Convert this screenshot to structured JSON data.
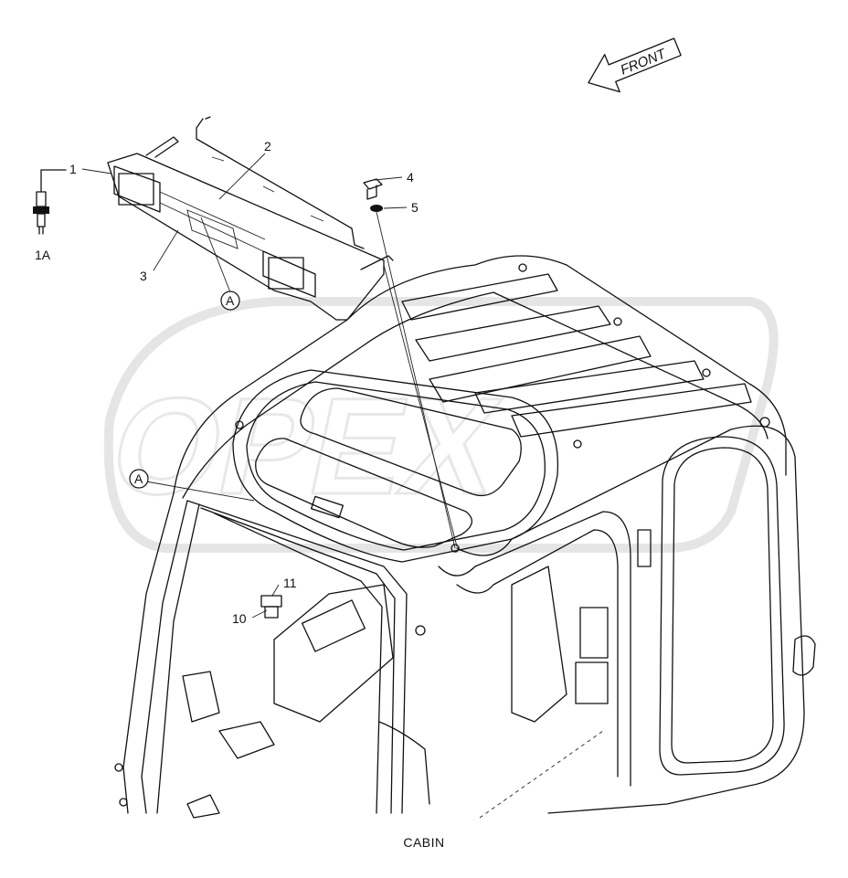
{
  "caption": "CABIN",
  "direction_arrow": {
    "label": "FRONT"
  },
  "callouts": [
    {
      "id": "1",
      "label": "1"
    },
    {
      "id": "1A",
      "label": "1A"
    },
    {
      "id": "2",
      "label": "2"
    },
    {
      "id": "3",
      "label": "3"
    },
    {
      "id": "4",
      "label": "4"
    },
    {
      "id": "5",
      "label": "5"
    },
    {
      "id": "10",
      "label": "10"
    },
    {
      "id": "11",
      "label": "11"
    }
  ],
  "detail_markers": [
    {
      "id": "A-top",
      "label": "A"
    },
    {
      "id": "A-left",
      "label": "A"
    }
  ],
  "watermark": {
    "text": "OPEX"
  }
}
